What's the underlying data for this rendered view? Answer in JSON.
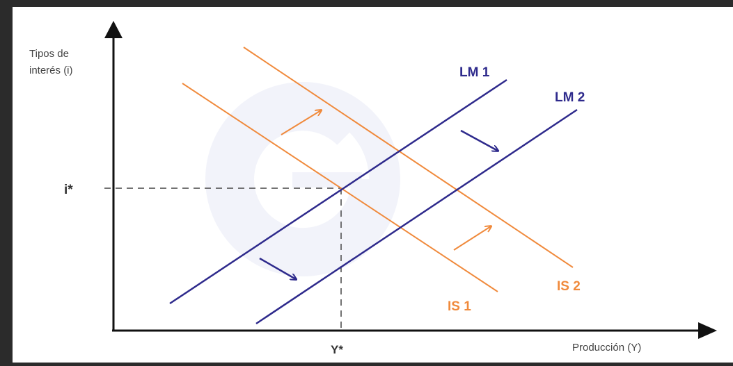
{
  "diagram": {
    "y_axis_label_line1": "Tipos de",
    "y_axis_label_line2": "interés (i)",
    "x_axis_label": "Producción (Y)",
    "equilibrium_rate_label": "i*",
    "equilibrium_output_label": "Y*",
    "curves": {
      "lm1": "LM 1",
      "lm2": "LM 2",
      "is1": "IS 1",
      "is2": "IS 2"
    }
  },
  "colors": {
    "lm": "#2e2a8c",
    "is": "#f08a3c",
    "axis": "#111111",
    "guide": "#444444",
    "label": "#444444",
    "frame": "#2b2b2b",
    "panel": "#ffffff"
  }
}
